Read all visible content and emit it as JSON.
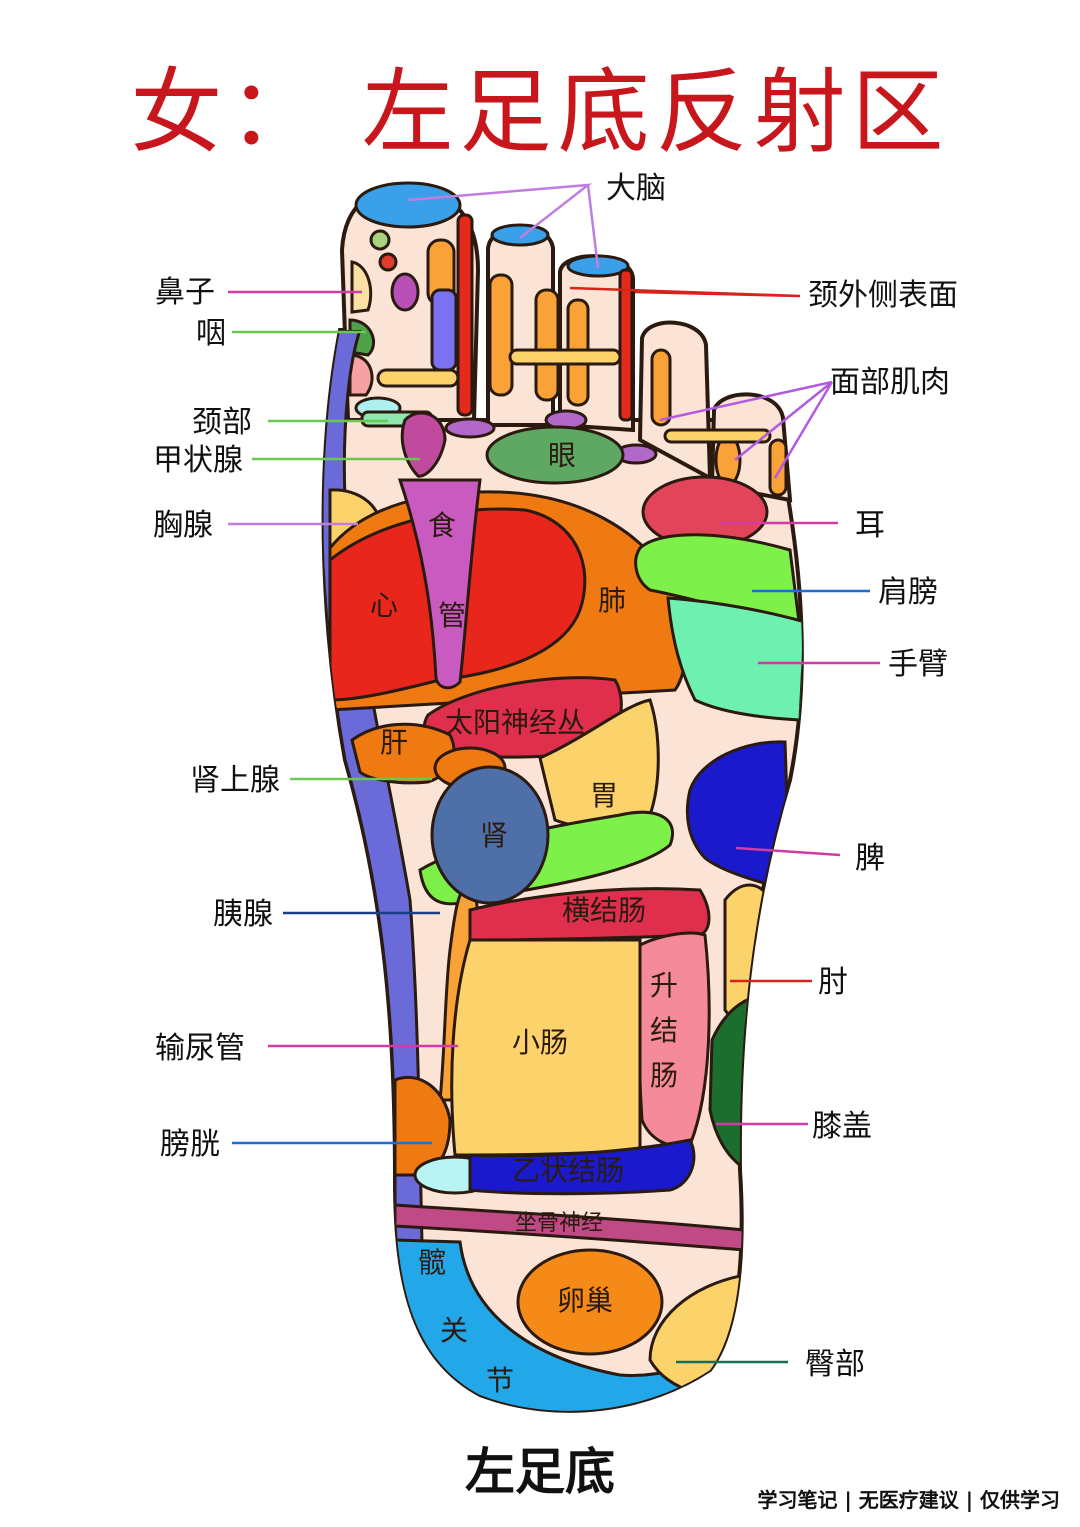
{
  "title": "女： 左足底反射区",
  "subtitle": "左足底",
  "footer": "学习笔记 | 无医疗建议 | 仅供学习",
  "colors": {
    "title": "#c8161d",
    "skin": "#fbe3d6",
    "outline": "#2a1a10",
    "edge": "#6a6ad8",
    "heart": "#e8261c",
    "lung": "#f07a12",
    "esophagus": "#c95bc0",
    "spleen": "#1a1acc",
    "kidney": "#4e6fa8",
    "small_intestine": "#fcd26a",
    "ascending_colon": "#f58a9a",
    "sigmoid_colon": "#1a1acc",
    "hip": "#22a8e8"
  },
  "labels": {
    "brain": "大脑",
    "neck_outer": "颈外侧表面",
    "nose": "鼻子",
    "pharynx": "咽",
    "facial_muscle": "面部肌肉",
    "neck": "颈部",
    "thyroid": "甲状腺",
    "thymus": "胸腺",
    "ear": "耳",
    "shoulder": "肩膀",
    "arm": "手臂",
    "adrenal": "肾上腺",
    "spleen": "脾",
    "pancreas": "胰腺",
    "elbow": "肘",
    "ureter": "输尿管",
    "knee": "膝盖",
    "bladder": "膀胱",
    "buttock": "臀部"
  },
  "inner": {
    "eye": "眼",
    "eso1": "食",
    "eso2": "管",
    "heart": "心",
    "lung": "肺",
    "solar": "太阳神经丛",
    "liver": "肝",
    "stomach": "胃",
    "kidney": "肾",
    "transverse": "横结肠",
    "ascending1": "升",
    "ascending2": "结",
    "ascending3": "肠",
    "small": "小肠",
    "sigmoid": "乙状结肠",
    "sciatic": "坐骨神经",
    "ovary": "卵巢",
    "hip1": "髋",
    "hip2": "关",
    "hip3": "节"
  }
}
